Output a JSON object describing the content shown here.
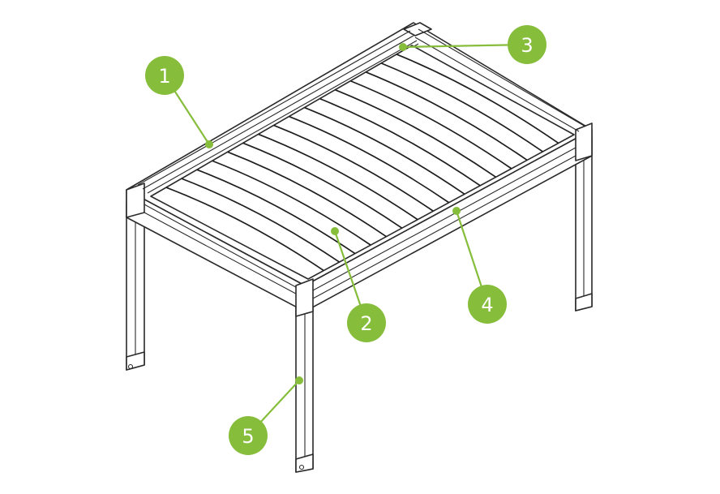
{
  "accent_color": "#86bd3b",
  "callouts": [
    {
      "id": "1",
      "label": "1"
    },
    {
      "id": "2",
      "label": "2"
    },
    {
      "id": "3",
      "label": "3"
    },
    {
      "id": "4",
      "label": "4"
    },
    {
      "id": "5",
      "label": "5"
    }
  ]
}
